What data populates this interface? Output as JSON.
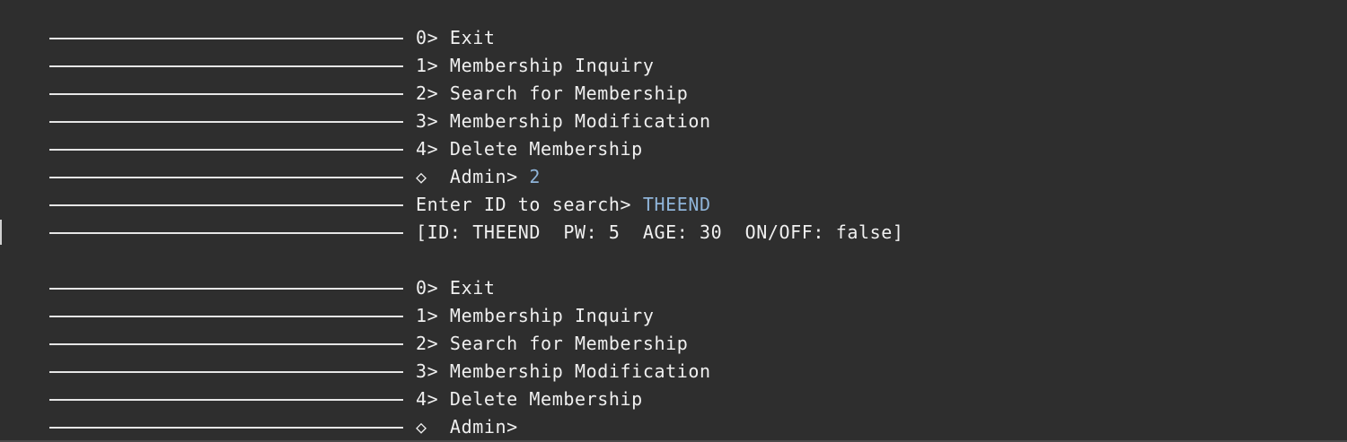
{
  "colors": {
    "background": "#2e2e2e",
    "text": "#f0f0f0",
    "user_input": "#8fb4d9",
    "rule": "#e6e6e6"
  },
  "session1": {
    "menu": [
      "0> Exit",
      "1> Membership Inquiry",
      "2> Search for Membership",
      "3> Membership Modification",
      "4> Delete Membership"
    ],
    "prompt": "◇  Admin> ",
    "prompt_input": "2",
    "search_prompt": "Enter ID to search> ",
    "search_input": "THEEND",
    "result": "[ID: THEEND  PW: 5  AGE: 30  ON/OFF: false]"
  },
  "session2": {
    "menu": [
      "0> Exit",
      "1> Membership Inquiry",
      "2> Search for Membership",
      "3> Membership Modification",
      "4> Delete Membership"
    ],
    "prompt": "◇  Admin> "
  }
}
